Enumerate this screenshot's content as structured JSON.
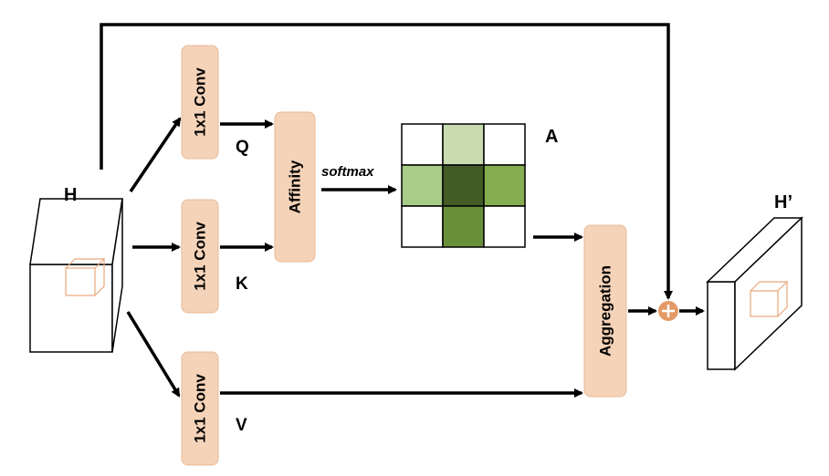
{
  "diagram": {
    "inputs": {
      "input_label": "H",
      "output_label": "H’"
    },
    "conv": {
      "q_label": "1x1 Conv",
      "k_label": "1x1 Conv",
      "v_label": "1x1 Conv"
    },
    "branch_labels": {
      "q": "Q",
      "k": "K",
      "v": "V"
    },
    "affinity_label": "Affinity",
    "softmax_label": "softmax",
    "matrix_label": "A",
    "aggregation_label": "Aggregation",
    "colors": {
      "box_fill": "#f5d3b8",
      "box_stroke": "#e8b894",
      "cube_stroke": "#e8a77a",
      "plus": "#e49a66",
      "cell_light": "#c8dcb0",
      "cell_mid_light": "#a9cc89",
      "cell_mid": "#86ad4f",
      "cell_dark_mid": "#6a8f3b",
      "cell_dark": "#435b27"
    },
    "matrix_cells": [
      [
        "#ffffff",
        "cell_light",
        "#ffffff"
      ],
      [
        "cell_mid_light",
        "cell_dark",
        "cell_mid"
      ],
      [
        "#ffffff",
        "cell_dark_mid",
        "#ffffff"
      ]
    ]
  }
}
